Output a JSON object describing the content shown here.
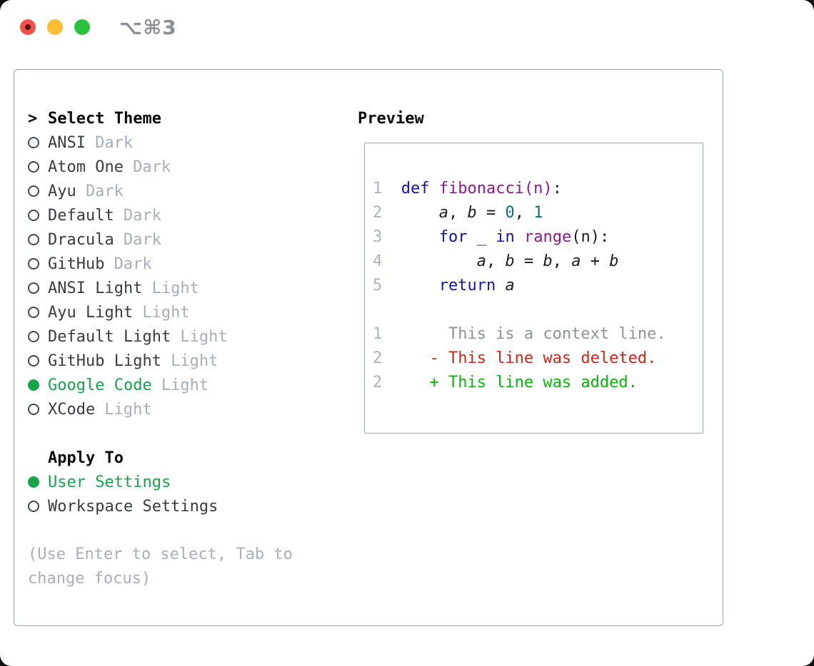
{
  "window": {
    "shortcut": "⌥⌘3",
    "buttons": [
      "close",
      "minimize",
      "zoom"
    ]
  },
  "colors": {
    "accent_green": "#17a34a",
    "diff_added": "#09b509",
    "diff_deleted": "#c9271a",
    "keyword_blue": "#1414a8",
    "function_purple": "#8a1b8a",
    "number_teal": "#0d6f6f",
    "muted_gray": "#a6afba",
    "border_gray": "#9aa3ad"
  },
  "theme_panel": {
    "header": {
      "prefix": ">",
      "label": "Select Theme"
    },
    "themes": [
      {
        "name": "ANSI",
        "variant": "Dark",
        "selected": false
      },
      {
        "name": "Atom One",
        "variant": "Dark",
        "selected": false
      },
      {
        "name": "Ayu",
        "variant": "Dark",
        "selected": false
      },
      {
        "name": "Default",
        "variant": "Dark",
        "selected": false
      },
      {
        "name": "Dracula",
        "variant": "Dark",
        "selected": false
      },
      {
        "name": "GitHub",
        "variant": "Dark",
        "selected": false
      },
      {
        "name": "ANSI Light",
        "variant": "Light",
        "selected": false
      },
      {
        "name": "Ayu Light",
        "variant": "Light",
        "selected": false
      },
      {
        "name": "Default Light",
        "variant": "Light",
        "selected": false
      },
      {
        "name": "GitHub Light",
        "variant": "Light",
        "selected": false
      },
      {
        "name": "Google Code",
        "variant": "Light",
        "selected": true
      },
      {
        "name": "XCode",
        "variant": "Light",
        "selected": false
      }
    ],
    "apply_to": {
      "label": "Apply To",
      "options": [
        {
          "name": "User Settings",
          "selected": true
        },
        {
          "name": "Workspace Settings",
          "selected": false
        }
      ]
    },
    "hint": "(Use Enter to select, Tab to change focus)"
  },
  "preview": {
    "label": "Preview",
    "code_lines": [
      {
        "num": "1",
        "tokens": [
          [
            "k",
            "def"
          ],
          [
            "p",
            " "
          ],
          [
            "f",
            "fibonacci(n)"
          ],
          [
            "p",
            ":"
          ]
        ]
      },
      {
        "num": "2",
        "tokens": [
          [
            "p",
            "    "
          ],
          [
            "v",
            "a"
          ],
          [
            "p",
            ", "
          ],
          [
            "v",
            "b"
          ],
          [
            "p",
            " = "
          ],
          [
            "n",
            "0"
          ],
          [
            "p",
            ", "
          ],
          [
            "n",
            "1"
          ]
        ]
      },
      {
        "num": "3",
        "tokens": [
          [
            "p",
            "    "
          ],
          [
            "k",
            "for"
          ],
          [
            "p",
            " _ "
          ],
          [
            "k",
            "in"
          ],
          [
            "p",
            " "
          ],
          [
            "f",
            "range"
          ],
          [
            "p",
            "(n):"
          ]
        ]
      },
      {
        "num": "4",
        "tokens": [
          [
            "p",
            "        "
          ],
          [
            "v",
            "a"
          ],
          [
            "p",
            ", "
          ],
          [
            "v",
            "b"
          ],
          [
            "p",
            " = "
          ],
          [
            "v",
            "b"
          ],
          [
            "p",
            ", "
          ],
          [
            "v",
            "a"
          ],
          [
            "p",
            " + "
          ],
          [
            "v",
            "b"
          ]
        ]
      },
      {
        "num": "5",
        "tokens": [
          [
            "p",
            "    "
          ],
          [
            "k",
            "return"
          ],
          [
            "p",
            " "
          ],
          [
            "v",
            "a"
          ]
        ]
      }
    ],
    "diff_lines": [
      {
        "num": "1",
        "cls": "ctx",
        "prefix": "     ",
        "text": "This is a context line."
      },
      {
        "num": "2",
        "cls": "del",
        "prefix": "   - ",
        "text": "This line was deleted."
      },
      {
        "num": "2",
        "cls": "add",
        "prefix": "   + ",
        "text": "This line was added."
      }
    ]
  }
}
